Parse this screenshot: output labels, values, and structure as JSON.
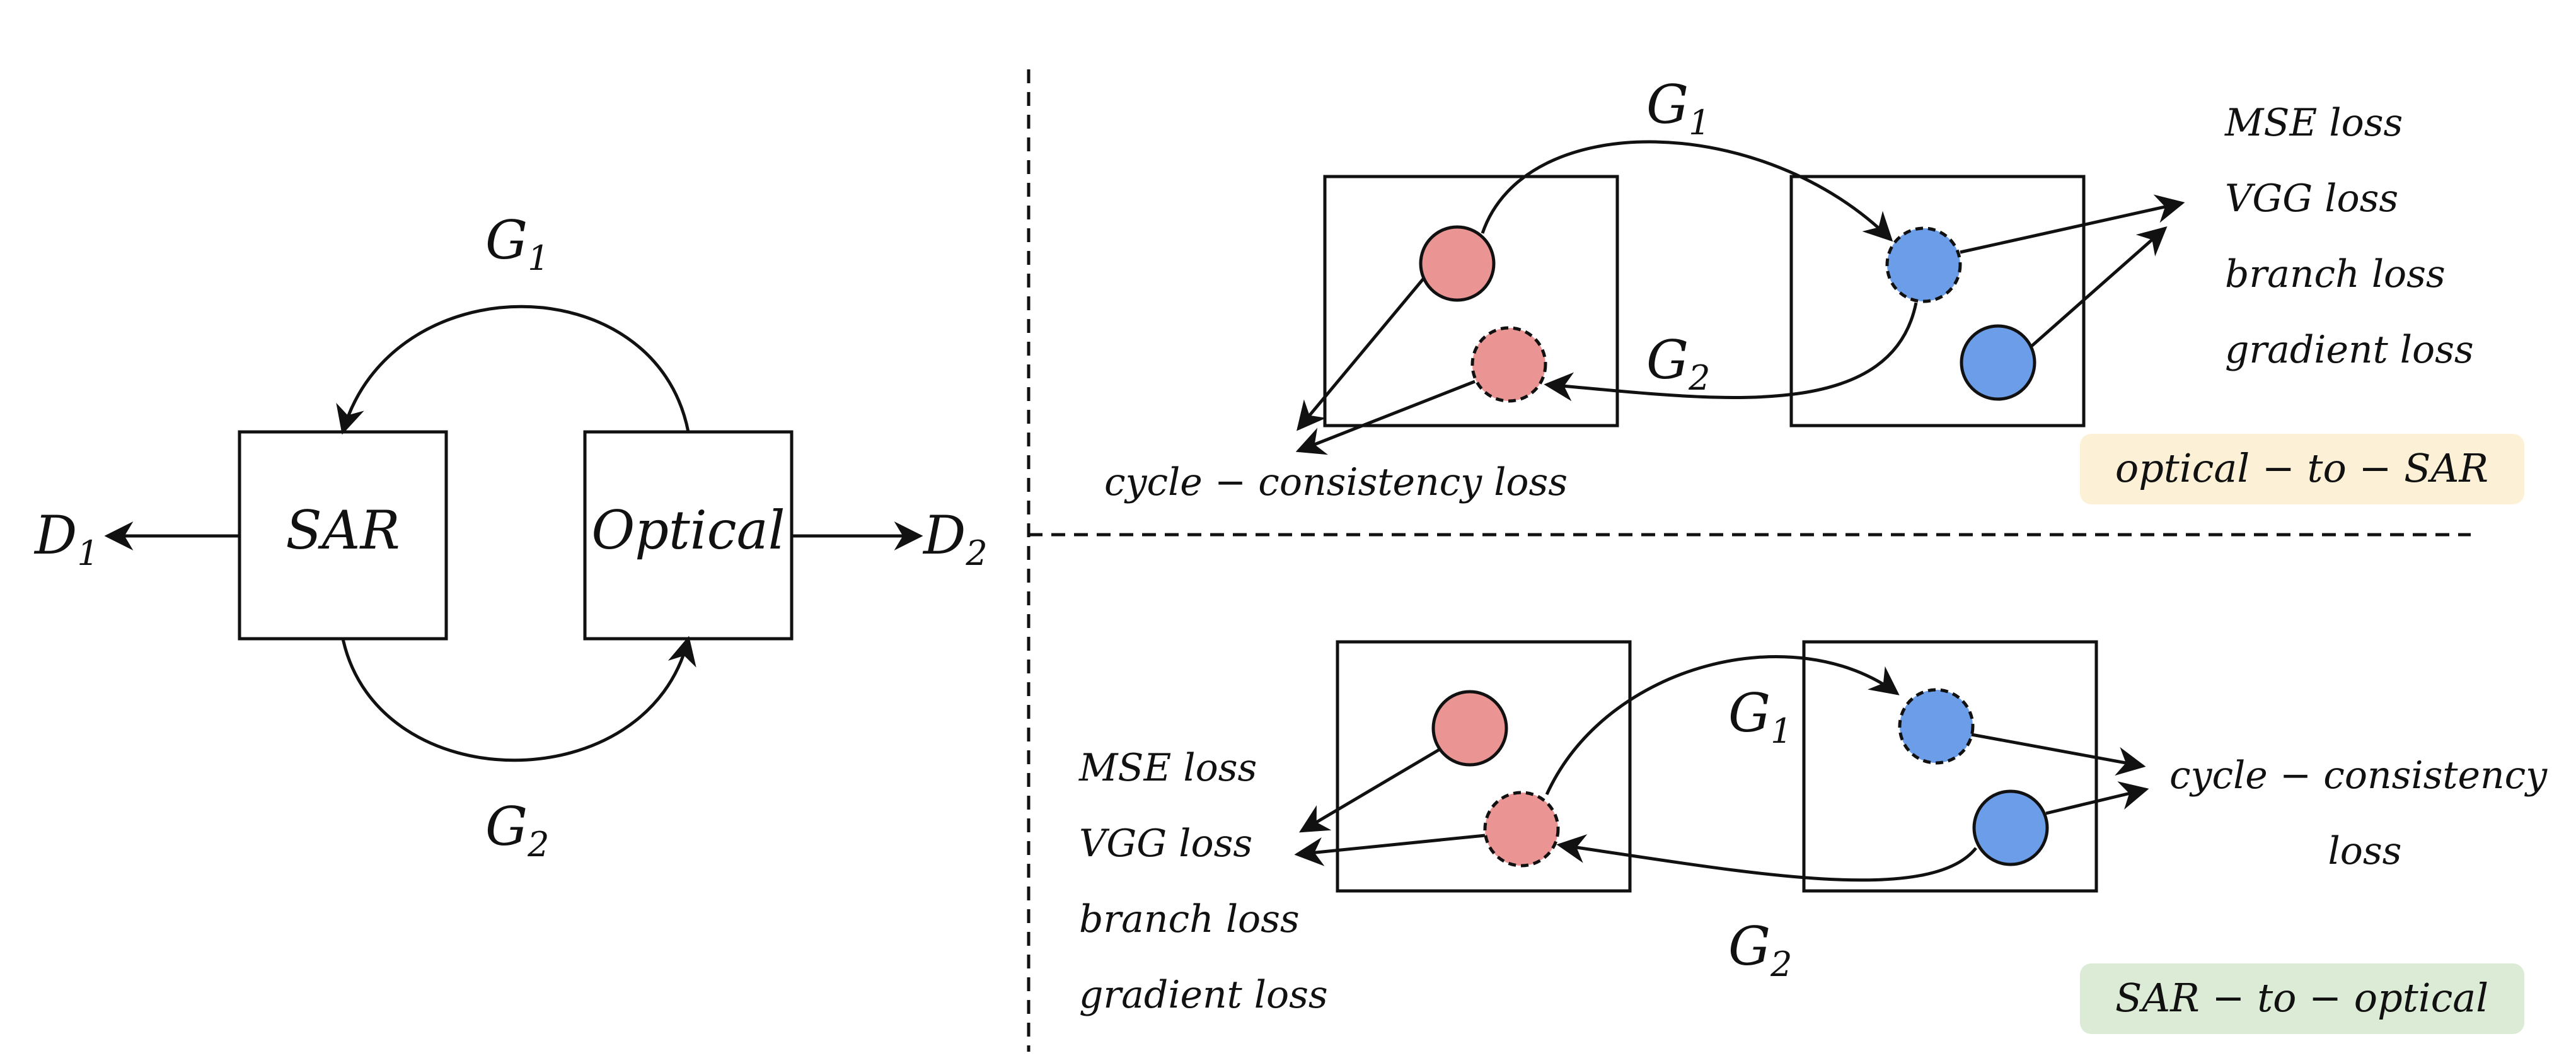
{
  "colors": {
    "sar_circle": "#ea9494",
    "optical_circle": "#6b9de8",
    "badge_optical_to_sar": "#fcf1d7",
    "badge_sar_to_optical": "#dcebd6"
  },
  "left_panel": {
    "sar_box": "SAR",
    "optical_box": "Optical",
    "g1_sub": "1",
    "g2_sub": "2",
    "d1_sub": "1",
    "d2_sub": "2",
    "g_symbol": "G",
    "d_symbol": "D"
  },
  "top_panel": {
    "g1_sub": "1",
    "g2_sub": "2",
    "g_symbol": "G",
    "losses": [
      "MSE loss",
      "VGG loss",
      "branch loss",
      "gradient loss"
    ],
    "cycle_loss": "cycle − consistency loss",
    "badge": "optical − to − SAR"
  },
  "bottom_panel": {
    "g1_sub": "1",
    "g2_sub": "2",
    "g_symbol": "G",
    "losses": [
      "MSE loss",
      "VGG loss",
      "branch loss",
      "gradient loss"
    ],
    "cycle_loss_line1": "cycle − consistency",
    "cycle_loss_line2": "loss",
    "badge": "SAR − to − optical"
  }
}
